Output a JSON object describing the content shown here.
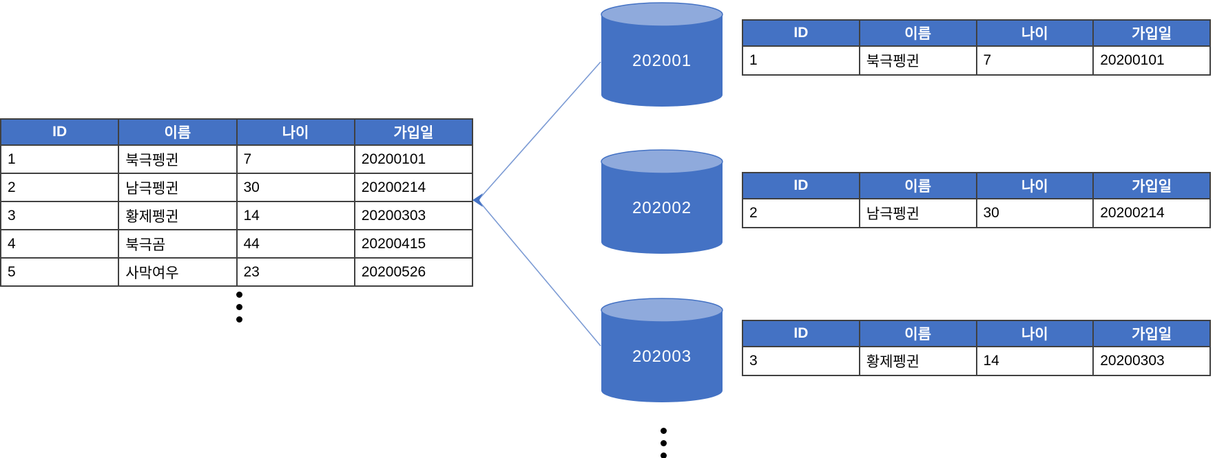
{
  "headers": [
    "ID",
    "이름",
    "나이",
    "가입일"
  ],
  "main_table": {
    "rows": [
      [
        "1",
        "북극펭귄",
        "7",
        "20200101"
      ],
      [
        "2",
        "남극펭귄",
        "30",
        "20200214"
      ],
      [
        "3",
        "황제펭귄",
        "14",
        "20200303"
      ],
      [
        "4",
        "북극곰",
        "44",
        "20200415"
      ],
      [
        "5",
        "사막여우",
        "23",
        "20200526"
      ]
    ]
  },
  "shards": [
    {
      "label": "202001",
      "row": [
        "1",
        "북극펭귄",
        "7",
        "20200101"
      ]
    },
    {
      "label": "202002",
      "row": [
        "2",
        "남극펭귄",
        "30",
        "20200214"
      ]
    },
    {
      "label": "202003",
      "row": [
        "3",
        "황제펭귄",
        "14",
        "20200303"
      ]
    }
  ],
  "colors": {
    "header_bg": "#4472C4",
    "header_text": "#FFFFFF",
    "cylinder_body": "#4472C4",
    "cylinder_top": "#8FAADC",
    "connector_line": "#7C9BD4",
    "arrowhead": "#4472C4",
    "table_border": "#404040"
  }
}
